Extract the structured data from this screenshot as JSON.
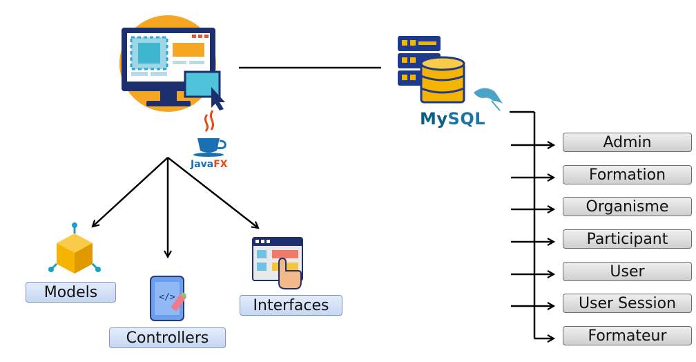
{
  "frontend": {
    "tech_label_a": "Java",
    "tech_label_b": "FX",
    "modules": [
      {
        "label": "Models"
      },
      {
        "label": "Controllers"
      },
      {
        "label": "Interfaces"
      }
    ]
  },
  "database": {
    "label_a": "My",
    "label_b": "SQL",
    "tables": [
      {
        "label": "Admin"
      },
      {
        "label": "Formation"
      },
      {
        "label": "Organisme"
      },
      {
        "label": "Participant"
      },
      {
        "label": "User"
      },
      {
        "label": "User Session"
      },
      {
        "label": "Formateur"
      }
    ]
  },
  "colors": {
    "line": "#000000",
    "monitor_dark": "#1e2f6d",
    "monitor_bg": "#f5a623",
    "db_gold": "#f4b400",
    "db_blue": "#1e3a8a",
    "module_box_bg": "#d3e0f6",
    "table_box_bg": "#dedede"
  }
}
